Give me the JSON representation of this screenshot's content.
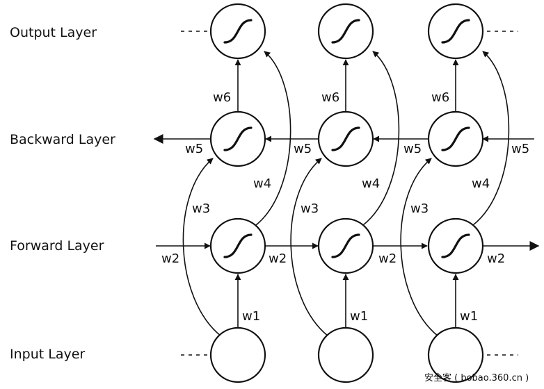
{
  "layers": {
    "output": "Output Layer",
    "backward": "Backward Layer",
    "forward": "Forward Layer",
    "input": "Input Layer"
  },
  "weights": {
    "w1": "w1",
    "w2": "w2",
    "w3": "w3",
    "w4": "w4",
    "w5": "w5",
    "w6": "w6"
  },
  "watermark": "安全客 ( bobao.360.cn )"
}
